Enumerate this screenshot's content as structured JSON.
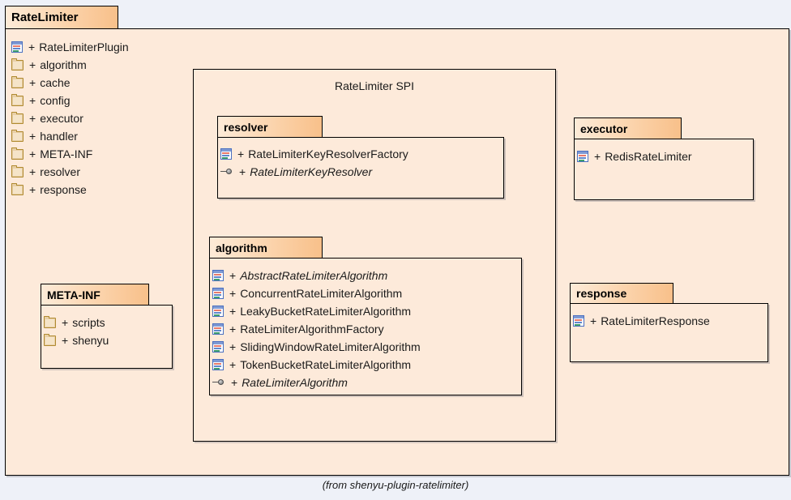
{
  "diagram": {
    "type": "uml-package-diagram",
    "root_package": "RateLimiter",
    "footer": "(from shenyu-plugin-ratelimiter)",
    "colors": {
      "page_background": "#eef1f8",
      "package_fill": "#fdeada",
      "tab_gradient_start": "#fdebd8",
      "tab_gradient_end": "#f8c08a",
      "border": "#000000",
      "text": "#1a1a1a"
    }
  },
  "root": {
    "title": "RateLimiter",
    "members": [
      {
        "icon": "class-icon",
        "visibility": "+",
        "name": "RateLimiterPlugin",
        "italic": false
      },
      {
        "icon": "folder-icon",
        "visibility": "+",
        "name": "algorithm",
        "italic": false
      },
      {
        "icon": "folder-icon",
        "visibility": "+",
        "name": "cache",
        "italic": false
      },
      {
        "icon": "folder-icon",
        "visibility": "+",
        "name": "config",
        "italic": false
      },
      {
        "icon": "folder-icon",
        "visibility": "+",
        "name": "executor",
        "italic": false
      },
      {
        "icon": "folder-icon",
        "visibility": "+",
        "name": "handler",
        "italic": false
      },
      {
        "icon": "folder-icon",
        "visibility": "+",
        "name": "META-INF",
        "italic": false
      },
      {
        "icon": "folder-icon",
        "visibility": "+",
        "name": "resolver",
        "italic": false
      },
      {
        "icon": "folder-icon",
        "visibility": "+",
        "name": "response",
        "italic": false
      }
    ]
  },
  "spi": {
    "title": "RateLimiter SPI"
  },
  "packages": [
    {
      "id": "resolver",
      "title": "resolver",
      "members": [
        {
          "icon": "class-icon",
          "visibility": "+",
          "name": "RateLimiterKeyResolverFactory",
          "italic": false
        },
        {
          "icon": "interface-icon",
          "visibility": "+",
          "name": "RateLimiterKeyResolver",
          "italic": true
        }
      ]
    },
    {
      "id": "algorithm",
      "title": "algorithm",
      "members": [
        {
          "icon": "class-icon",
          "visibility": "+",
          "name": "AbstractRateLimiterAlgorithm",
          "italic": true
        },
        {
          "icon": "class-icon",
          "visibility": "+",
          "name": "ConcurrentRateLimiterAlgorithm",
          "italic": false
        },
        {
          "icon": "class-icon",
          "visibility": "+",
          "name": "LeakyBucketRateLimiterAlgorithm",
          "italic": false
        },
        {
          "icon": "class-icon",
          "visibility": "+",
          "name": "RateLimiterAlgorithmFactory",
          "italic": false
        },
        {
          "icon": "class-icon",
          "visibility": "+",
          "name": "SlidingWindowRateLimiterAlgorithm",
          "italic": false
        },
        {
          "icon": "class-icon",
          "visibility": "+",
          "name": "TokenBucketRateLimiterAlgorithm",
          "italic": false
        },
        {
          "icon": "interface-icon",
          "visibility": "+",
          "name": "RateLimiterAlgorithm",
          "italic": true
        }
      ]
    },
    {
      "id": "executor",
      "title": "executor",
      "members": [
        {
          "icon": "class-icon",
          "visibility": "+",
          "name": "RedisRateLimiter",
          "italic": false
        }
      ]
    },
    {
      "id": "response",
      "title": "response",
      "members": [
        {
          "icon": "class-icon",
          "visibility": "+",
          "name": "RateLimiterResponse",
          "italic": false
        }
      ]
    },
    {
      "id": "meta-inf",
      "title": "META-INF",
      "members": [
        {
          "icon": "folder-icon",
          "visibility": "+",
          "name": "scripts",
          "italic": false
        },
        {
          "icon": "folder-icon",
          "visibility": "+",
          "name": "shenyu",
          "italic": false
        }
      ]
    }
  ]
}
